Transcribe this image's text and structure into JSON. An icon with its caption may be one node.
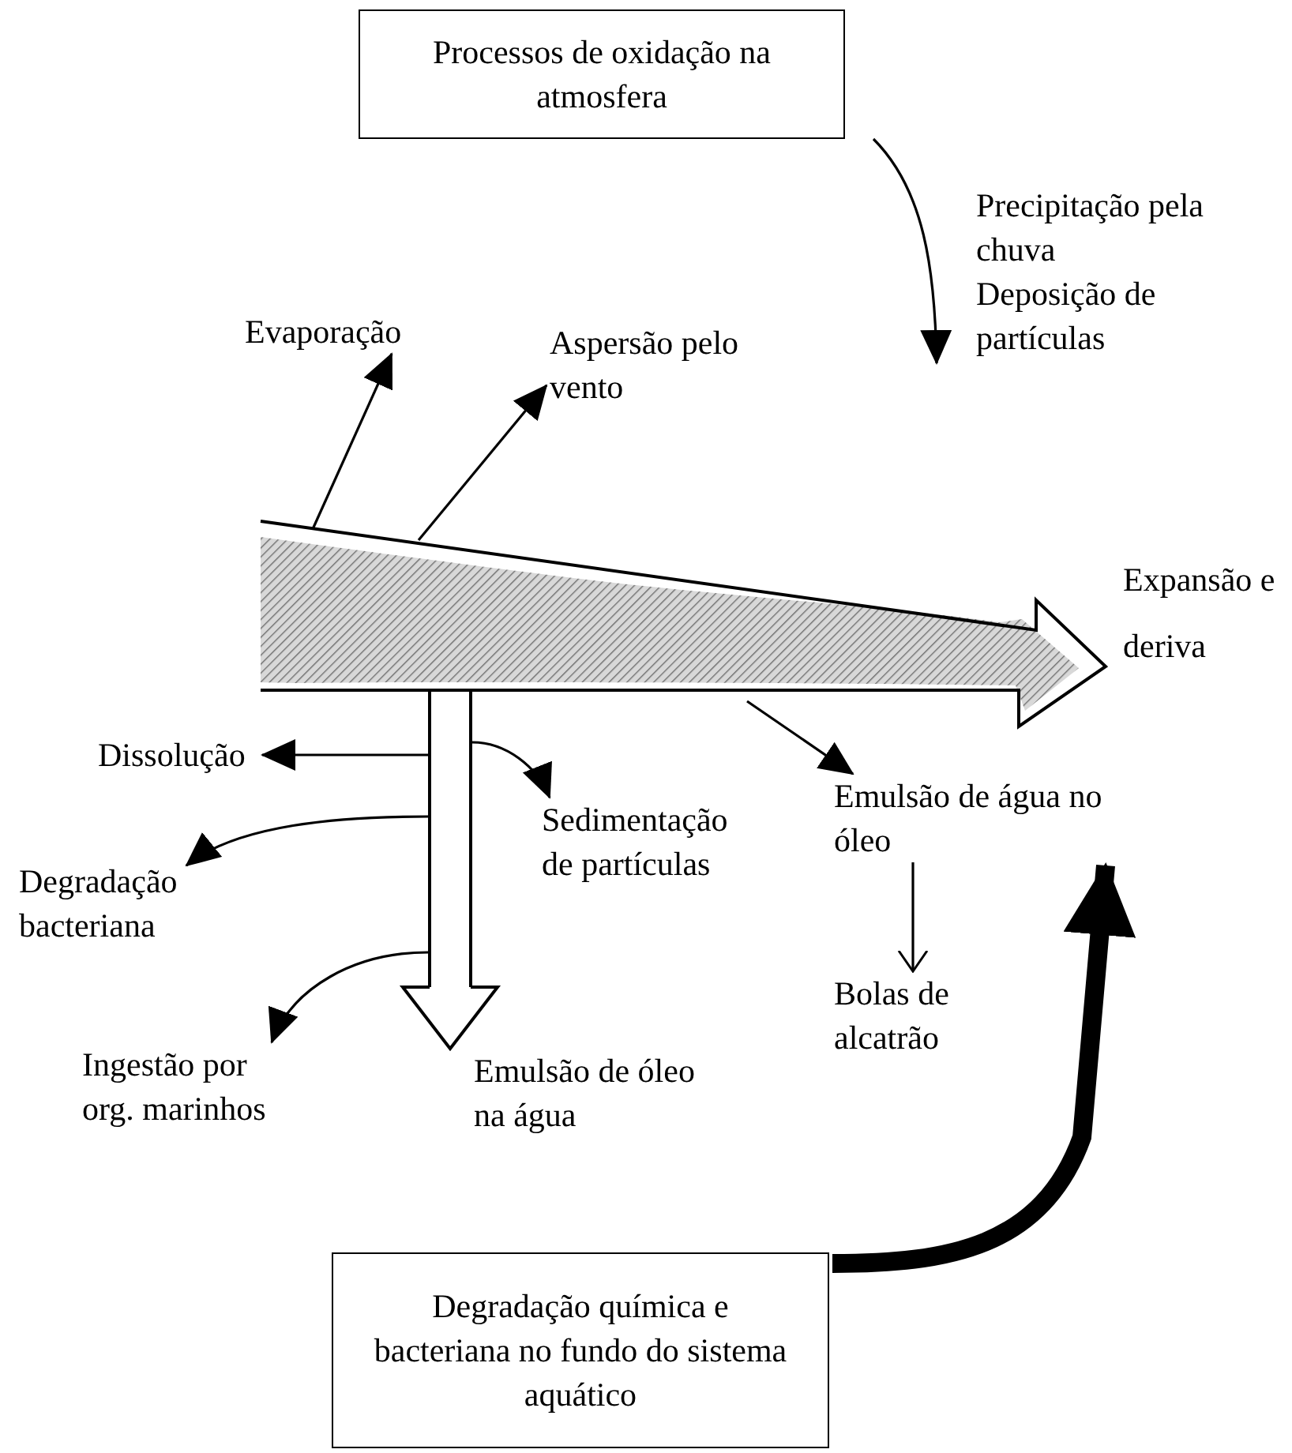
{
  "diagram": {
    "nodes": [
      {
        "text": [
          "Processos de oxidação na atmosfera"
        ]
      },
      {
        "text": [
          "Evaporação"
        ]
      },
      {
        "text": [
          "Aspersão pelo vento"
        ]
      },
      {
        "text": [],
        "shape": "arrow",
        "beside": [
          "Expansão e deriva"
        ]
      },
      {
        "text": [],
        "shape": "bar"
      },
      {
        "text": [
          "Dissolução"
        ]
      },
      {
        "text": [
          "Sedimentação de partículas"
        ]
      },
      {
        "text": [
          "Degradação bacteriana"
        ]
      },
      {
        "text": [
          "Ingestão por org. marinhos"
        ]
      },
      {
        "text": [
          "Emulsão de óleo na água"
        ]
      },
      {
        "text": [
          "Emulsão de água no óleo"
        ]
      },
      {
        "text": [
          "Bolas de alcatrão"
        ]
      },
      {
        "text": [
          "Degradação química e bacteriana no fundo do sistema aquático"
        ]
      }
    ],
    "edges": [
      {
        "from": 0,
        "to": null,
        "arrow": "to"
      },
      {
        "from": 3,
        "to": 1,
        "arrow": "to"
      },
      {
        "from": 3,
        "to": 2,
        "arrow": "to"
      },
      {
        "from": 4,
        "to": 5,
        "arrow": "to"
      },
      {
        "from": 4,
        "to": 6,
        "arrow": "to"
      },
      {
        "from": 4,
        "to": 7,
        "arrow": "to"
      },
      {
        "from": 4,
        "to": 8,
        "arrow": "to"
      },
      {
        "from": 4,
        "to": 9,
        "arrow": "to",
        "style": "thick"
      },
      {
        "from": 3,
        "to": 10,
        "arrow": "to"
      },
      {
        "from": 10,
        "to": 11,
        "arrow": "to"
      },
      {
        "from": 12,
        "to": 10,
        "arrow": "to",
        "style": "thick"
      }
    ],
    "labels": [
      "Precipitação pela chuva",
      "Deposição de partículas"
    ]
  }
}
